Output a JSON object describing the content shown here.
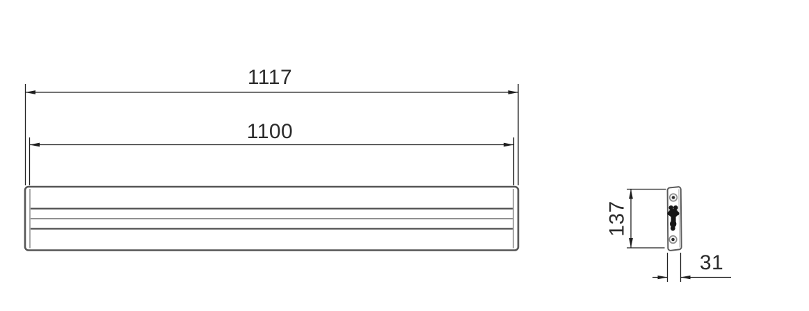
{
  "drawing": {
    "background": "#ffffff",
    "dimension_line_color": "#1f1f1f",
    "text_color": "#2b2b2b",
    "product_outline_color": "#555555",
    "product_inner_line_color": "#4d4d4d",
    "product_middle_line_color": "#909090",
    "bracket_fill_color": "#161616",
    "screw_ring_color": "#8a8a8a",
    "dimensions": {
      "overall_length": "1117",
      "mounting_length": "1100",
      "height": "137",
      "depth": "31"
    }
  }
}
